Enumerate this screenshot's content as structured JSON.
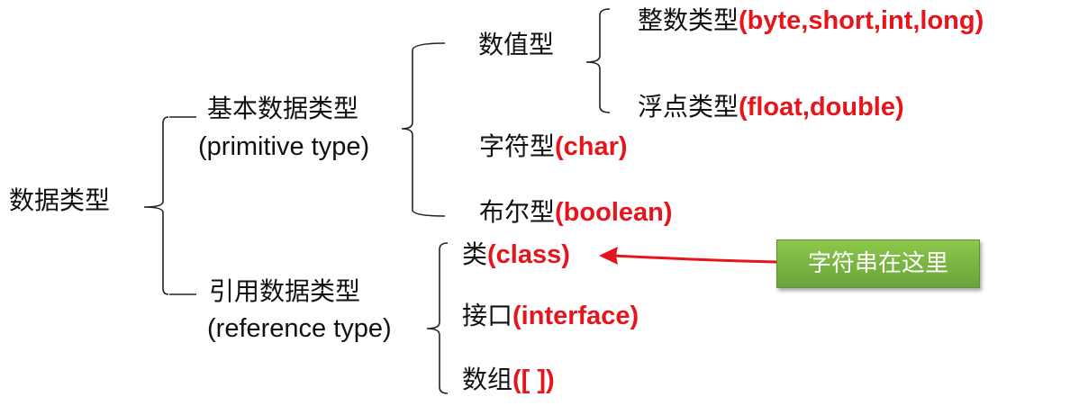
{
  "root": {
    "label": "数据类型"
  },
  "primitive": {
    "label_cn": "基本数据类型",
    "label_en": "(primitive type)",
    "numeric": {
      "label": "数值型",
      "integer": {
        "label_cn": "整数类型",
        "label_en": "(byte,short,int,long)"
      },
      "float": {
        "label_cn": "浮点类型",
        "label_en": "(float,double)"
      }
    },
    "char": {
      "label_cn": "字符型",
      "label_en": "(char)"
    },
    "boolean": {
      "label_cn": "布尔型",
      "label_en": "(boolean)"
    }
  },
  "reference": {
    "label_cn": "引用数据类型",
    "label_en": "(reference type)",
    "class": {
      "label_cn": "类",
      "label_en": "(class)"
    },
    "interface": {
      "label_cn": "接口",
      "label_en": "(interface)"
    },
    "array": {
      "label_cn": "数组",
      "label_en": "([ ])"
    }
  },
  "callout": {
    "text": "字符串在这里"
  },
  "colors": {
    "accent_text": "#e8141c",
    "callout_green": "#77b342",
    "arrow": "#e8141c"
  }
}
